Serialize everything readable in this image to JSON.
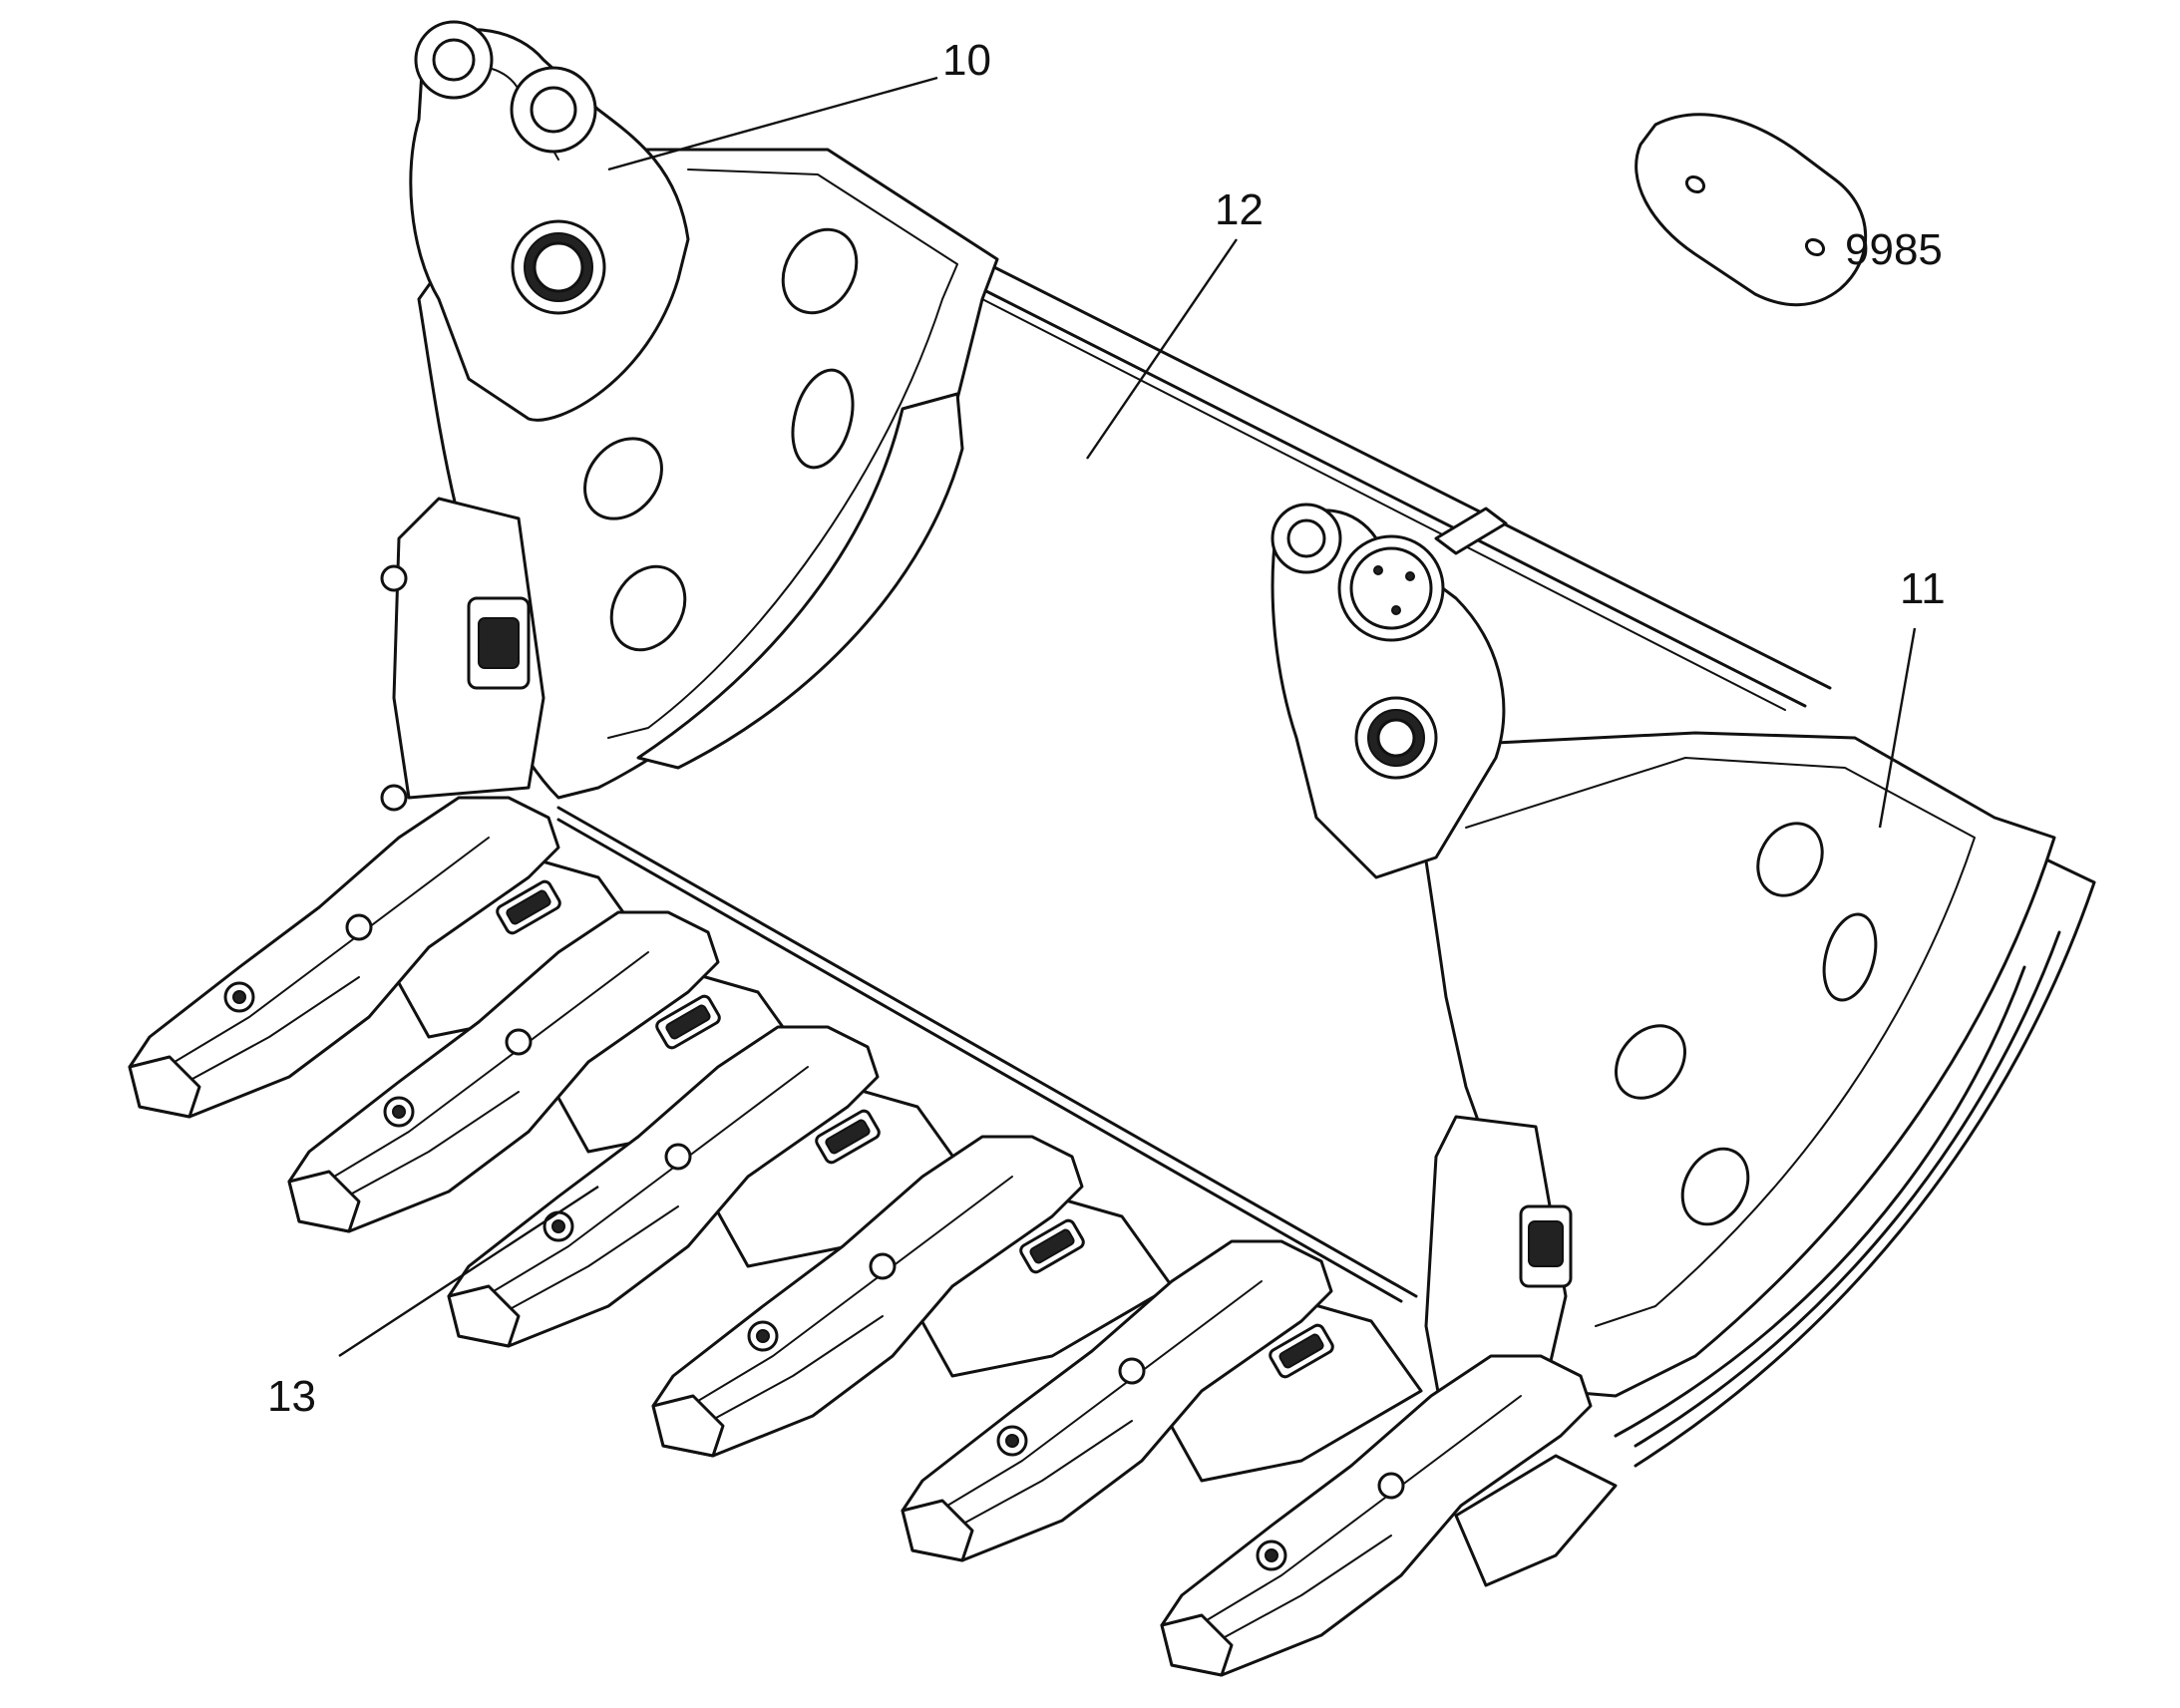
{
  "figure": {
    "callouts": [
      {
        "id": "c10",
        "label": "10",
        "part": "left side plate / mounting bracket"
      },
      {
        "id": "c12",
        "label": "12",
        "part": "bucket shell"
      },
      {
        "id": "c9985",
        "label": "9985",
        "part": "plate"
      },
      {
        "id": "c11",
        "label": "11",
        "part": "right side plate"
      },
      {
        "id": "c13",
        "label": "13",
        "part": "tooth adapter / shroud"
      }
    ]
  },
  "icons": [
    "bucket-drawing",
    "tooth-icon",
    "plate-icon"
  ]
}
